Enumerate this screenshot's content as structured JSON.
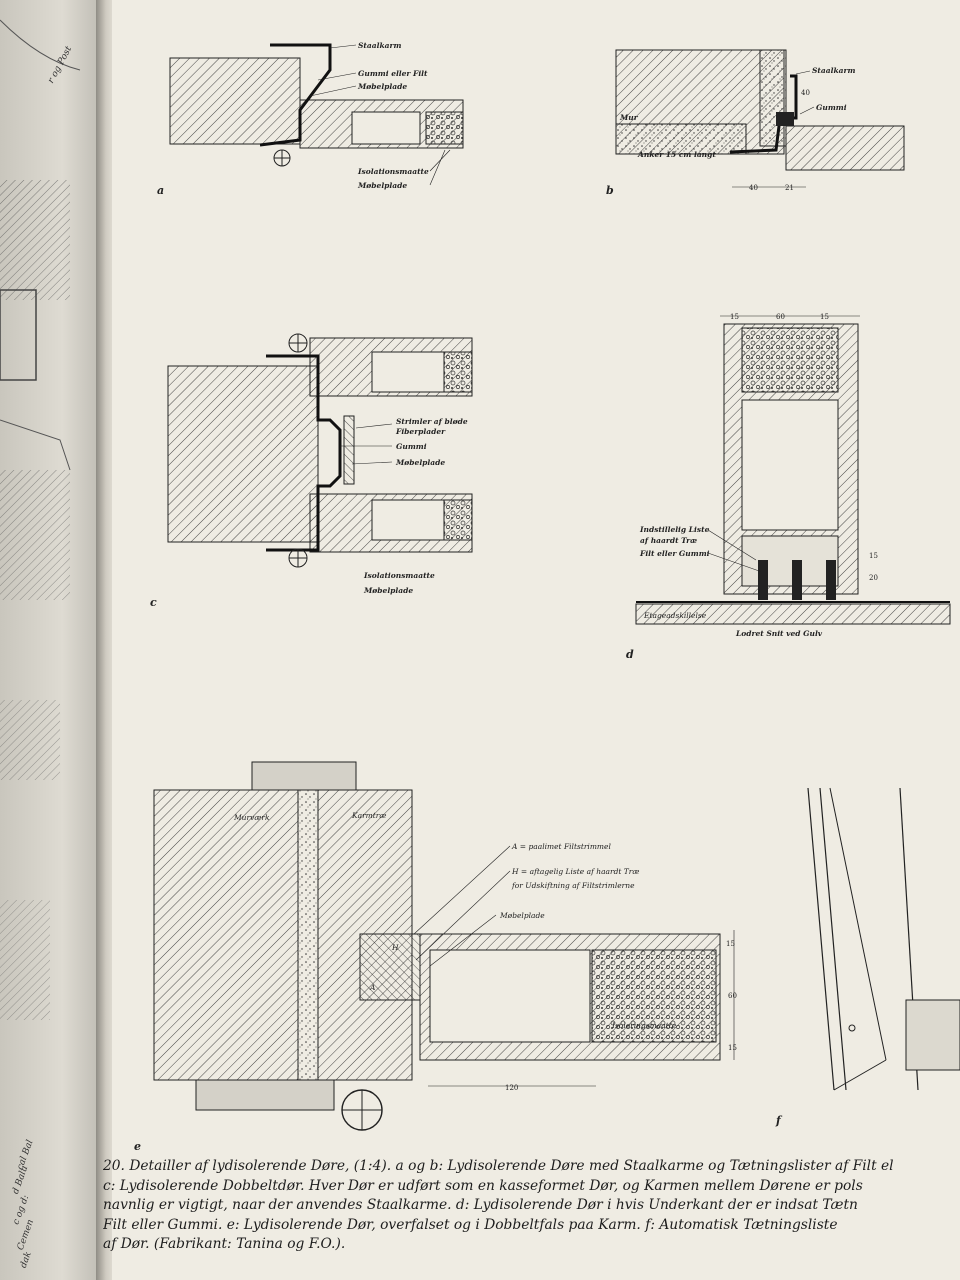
{
  "figure": {
    "a": {
      "letter": "a",
      "labels": [
        "Staalkarm",
        "Gummi eller Filt",
        "Møbelplade",
        "Isolationsmaatte",
        "Møbelplade"
      ]
    },
    "b": {
      "letter": "b",
      "labels": [
        "Staalkarm",
        "Gummi",
        "Mur",
        "Anker 15 cm langt"
      ],
      "dims": [
        "40",
        "40",
        "21"
      ]
    },
    "c": {
      "letter": "c",
      "labels": [
        "Strimler af bløde",
        "Fiberplader",
        "Gummi",
        "Møbelplade",
        "Isolationsmaatte",
        "Møbelplade"
      ]
    },
    "d": {
      "letter": "d",
      "labels": [
        "Indstillelig Liste",
        "af haardt Træ",
        "Filt eller Gummi",
        "Etageadskillelse",
        "Lodret Snit ved Gulv"
      ],
      "dims": [
        "15",
        "60",
        "15",
        "15",
        "20"
      ]
    },
    "e": {
      "letter": "e",
      "labels": [
        "Murværk",
        "Karmtræ",
        "A = paalimet Filtstrimmel",
        "H = aftagelig Liste af haardt Træ",
        "for Udskiftning af Filtstrimlerne",
        "Møbelplade",
        "Isoleringsmaatte",
        "H",
        "A"
      ],
      "dims": [
        "15",
        "60",
        "15",
        "120"
      ]
    },
    "f": {
      "letter": "f"
    }
  },
  "caption": {
    "lines": [
      "20.  Detailler af lydisolerende Døre, (1:4). a og b: Lydisolerende Døre med Staalkarme og Tætningslister af Filt el",
      "c: Lydisolerende Dobbeltdør. Hver Dør er udført som en kasseformet Dør, og Karmen mellem Dørene er pols",
      "navnlig er vigtigt, naar der anvendes Staalkarme.  d: Lydisolerende Dør i hvis Underkant der er indsat Tætn",
      "Filt eller Gummi.  e: Lydisolerende Dør, overfalset og i Dobbeltfals paa Karm.  f: Automatisk Tætningsliste",
      "af Dør. (Fabrikant: Tanina og F.O.)."
    ]
  },
  "left_page": {
    "fragments": [
      "cal Bal",
      "d Balu",
      "c og d:",
      "Cemen",
      "dak",
      "r og Post"
    ]
  },
  "colors": {
    "paper": "#efece3",
    "ink": "#222222",
    "gutter": "#8f8c85"
  }
}
